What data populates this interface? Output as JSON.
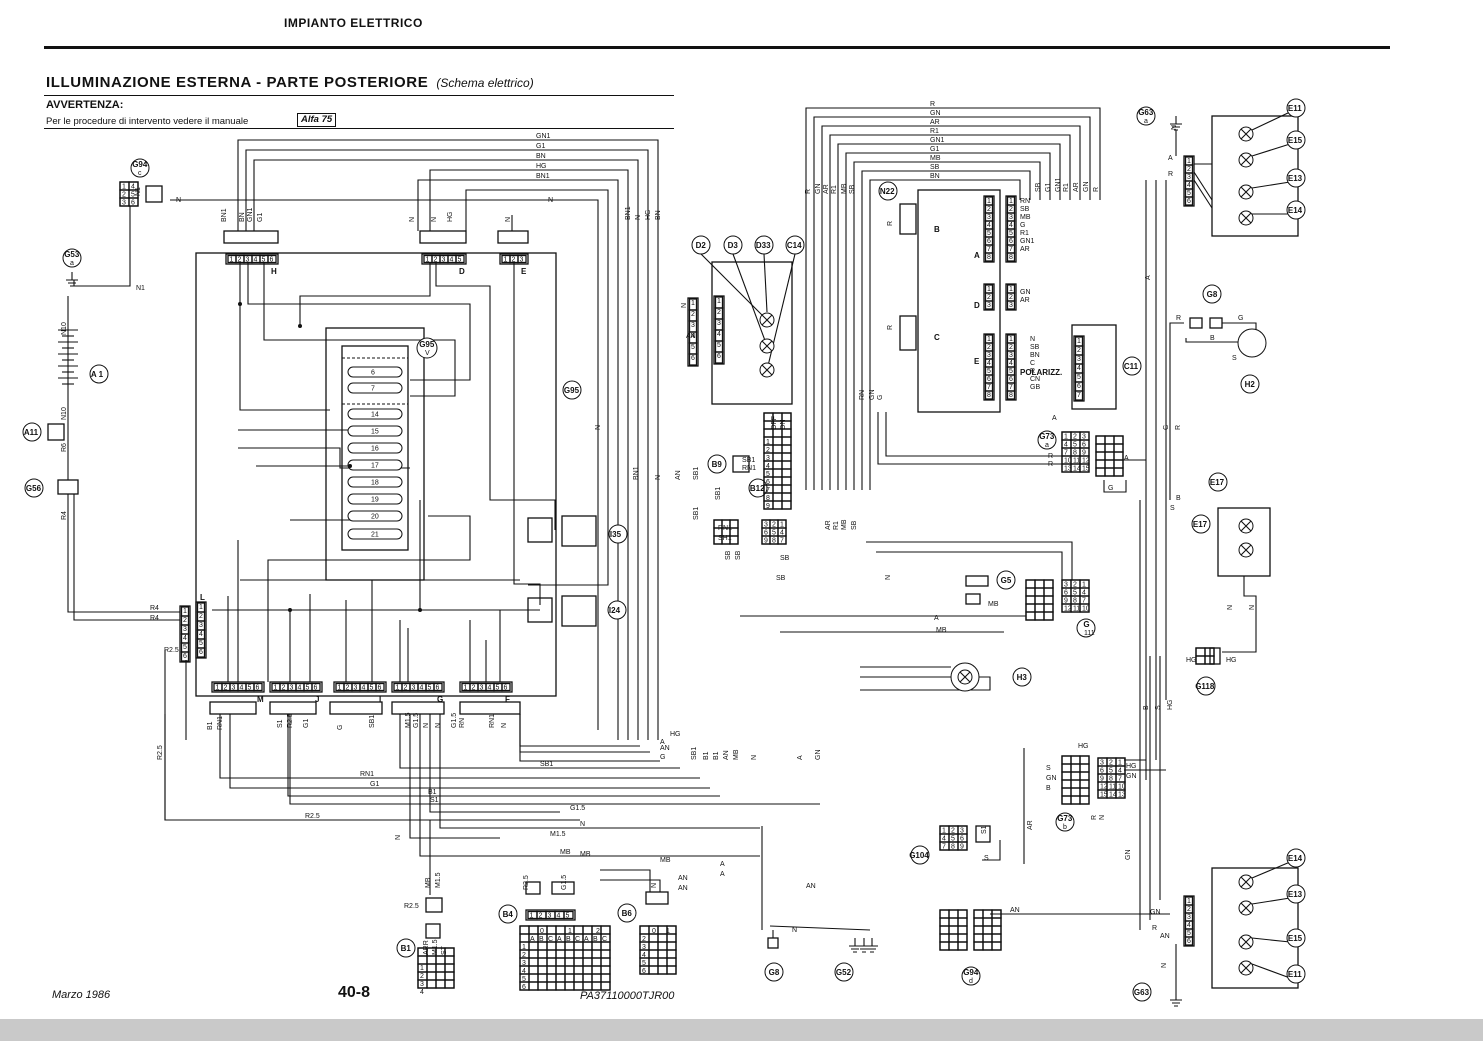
{
  "header": {
    "section": "IMPIANTO ELETTRICO",
    "title": "ILLUMINAZIONE ESTERNA - PARTE POSTERIORE",
    "subtitle": "(Schema elettrico)",
    "warning_label": "AVVERTENZA:",
    "warning_text": "Per le procedure di intervento vedere il manuale",
    "manual_badge": "Alfa 75"
  },
  "footer": {
    "date": "Marzo 1986",
    "page": "40-8",
    "code": "PA37110000TJR00"
  },
  "components": [
    {
      "id": "G94c",
      "label": "G94",
      "sub": "c"
    },
    {
      "id": "G53a",
      "label": "G53",
      "sub": "a"
    },
    {
      "id": "A1",
      "label": "A 1"
    },
    {
      "id": "A11",
      "label": "A11"
    },
    {
      "id": "G56",
      "label": "G56"
    },
    {
      "id": "G95v",
      "label": "G95",
      "sub": "V"
    },
    {
      "id": "G95",
      "label": "G95"
    },
    {
      "id": "I35",
      "label": "I35"
    },
    {
      "id": "I24",
      "label": "I24"
    },
    {
      "id": "D2",
      "label": "D2"
    },
    {
      "id": "D3",
      "label": "D3"
    },
    {
      "id": "D33",
      "label": "D33"
    },
    {
      "id": "C14",
      "label": "C14"
    },
    {
      "id": "N22",
      "label": "N22"
    },
    {
      "id": "B9",
      "label": "B9"
    },
    {
      "id": "B12",
      "label": "B12"
    },
    {
      "id": "C11",
      "label": "C11"
    },
    {
      "id": "G73a",
      "label": "G73",
      "sub": "a"
    },
    {
      "id": "G5",
      "label": "G5"
    },
    {
      "id": "G111",
      "label": "G",
      "sub": "111"
    },
    {
      "id": "H3",
      "label": "H3"
    },
    {
      "id": "H2",
      "label": "H2"
    },
    {
      "id": "G8top",
      "label": "G8"
    },
    {
      "id": "G63a",
      "label": "G63",
      "sub": "a"
    },
    {
      "id": "G63b",
      "label": "G63"
    },
    {
      "id": "G118",
      "label": "G118"
    },
    {
      "id": "G73b",
      "label": "G73",
      "sub": "b"
    },
    {
      "id": "G104",
      "label": "G104"
    },
    {
      "id": "G94d",
      "label": "G94",
      "sub": "d"
    },
    {
      "id": "B1",
      "label": "B1"
    },
    {
      "id": "B4",
      "label": "B4"
    },
    {
      "id": "B6",
      "label": "B6"
    },
    {
      "id": "G8",
      "label": "G8"
    },
    {
      "id": "G52",
      "label": "G52"
    }
  ],
  "lamps": {
    "rear_right": [
      "E11",
      "E15",
      "E13",
      "E14"
    ],
    "rear_left": [
      "E14",
      "E13",
      "E15",
      "E11"
    ],
    "plate": [
      "E17",
      "E17"
    ]
  },
  "connector_letters": [
    "H",
    "D",
    "E",
    "L",
    "M",
    "J",
    "I",
    "G",
    "F",
    "A",
    "B",
    "C",
    "D",
    "E"
  ],
  "connector_pin_sets": {
    "six": [
      "1",
      "2",
      "3",
      "4",
      "5",
      "6"
    ],
    "five": [
      "1",
      "2",
      "3",
      "4",
      "5"
    ],
    "three": [
      "1",
      "2",
      "3"
    ],
    "g94c_grid": [
      "1",
      "4",
      "2",
      "5",
      "3",
      "6"
    ],
    "g73_grid": [
      "1",
      "2",
      "3",
      "4",
      "5",
      "6",
      "7",
      "8",
      "9",
      "10",
      "11",
      "12",
      "13",
      "14",
      "15"
    ],
    "g111_grid": [
      "3",
      "2",
      "1",
      "6",
      "5",
      "4",
      "9",
      "8",
      "7",
      "12",
      "11",
      "10"
    ]
  },
  "fuse_numbers": [
    "6",
    "7",
    "14",
    "15",
    "16",
    "17",
    "18",
    "19",
    "20",
    "21"
  ],
  "wire_labels_top": [
    "GN1",
    "G1",
    "BN",
    "HG",
    "BN1"
  ],
  "wire_labels_top_right": [
    "R",
    "GN",
    "AR",
    "R1",
    "GN1",
    "G1",
    "MB",
    "SB",
    "BN"
  ],
  "wire_labels_bottom": [
    "A",
    "AN",
    "G",
    "SB1",
    "RN1",
    "G1",
    "B1",
    "S1",
    "R2.5",
    "G1.5",
    "N",
    "M1.5",
    "MB",
    "A",
    "AN",
    "N"
  ],
  "pin_labels_right_block": [
    "RN",
    "SB",
    "MB",
    "G",
    "R1",
    "GN1",
    "AR"
  ],
  "pin_labels_lower_block": [
    "N",
    "SB",
    "BN",
    "C",
    "R",
    "CN",
    "GB"
  ],
  "polarity_label": "POLARIZZ.",
  "switch_table": {
    "header": [
      "OFF",
      "ON"
    ],
    "rows": [
      "1",
      "2",
      "3",
      "4",
      "5",
      "6",
      "7",
      "8",
      "9"
    ]
  },
  "b4_table": {
    "cols": [
      "0",
      "1",
      "2"
    ],
    "letters": [
      "A",
      "B",
      "C",
      "A",
      "B",
      "C",
      "A",
      "B",
      "C"
    ],
    "rows": [
      "1",
      "2",
      "3",
      "4",
      "5",
      "6"
    ]
  },
  "b6_table": {
    "cols": [
      "0",
      "1"
    ],
    "rows": [
      "2",
      "3",
      "4",
      "5",
      "6"
    ]
  },
  "b1_table": {
    "cols": [
      "ARR",
      "M1.5",
      "ST"
    ],
    "rows": [
      "1",
      "2",
      "3",
      "4"
    ]
  }
}
